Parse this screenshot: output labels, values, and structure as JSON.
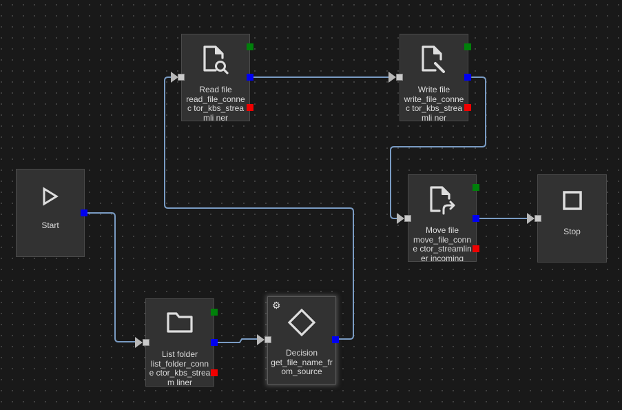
{
  "colors": {
    "canvas_background": "#191919",
    "node_background": "#323232",
    "edge": "#7a9cc4",
    "port_input": "#c9c9c9",
    "port_output": "#0000f0",
    "port_success": "#00800a",
    "port_error": "#f00000"
  },
  "nodes": {
    "start": {
      "title": "Start",
      "subtitle": "",
      "icon": "play-triangle-icon"
    },
    "read_file": {
      "title": "Read file",
      "subtitle": "read_file_connec tor_kbs_streamli ner",
      "icon": "file-search-icon"
    },
    "write_file": {
      "title": "Write file",
      "subtitle": "write_file_connec tor_kbs_streamli ner",
      "icon": "file-edit-icon"
    },
    "move_file": {
      "title": "Move file",
      "subtitle": "move_file_conne ctor_streamliner incoming",
      "icon": "file-move-icon"
    },
    "stop": {
      "title": "Stop",
      "subtitle": "",
      "icon": "stop-square-icon"
    },
    "list_folder": {
      "title": "List folder",
      "subtitle": "list_folder_conne ctor_kbs_stream liner",
      "icon": "folder-icon"
    },
    "decision": {
      "title": "Decision",
      "subtitle": "get_file_name_fr om_source",
      "icon": "diamond-icon",
      "settings_icon": "gear-icon",
      "selected": true
    }
  },
  "edges": [
    {
      "from": "start",
      "to": "list_folder"
    },
    {
      "from": "list_folder",
      "to": "decision"
    },
    {
      "from": "decision",
      "to": "read_file"
    },
    {
      "from": "read_file",
      "to": "write_file"
    },
    {
      "from": "write_file",
      "to": "move_file"
    },
    {
      "from": "move_file",
      "to": "stop"
    }
  ]
}
